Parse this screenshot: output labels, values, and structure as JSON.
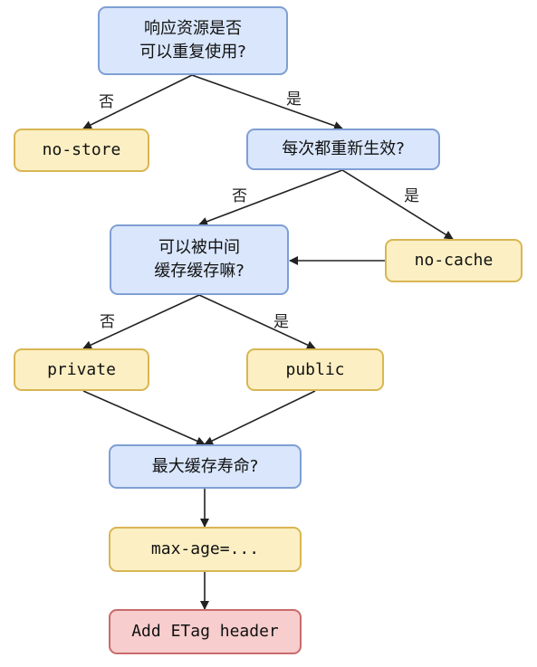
{
  "nodes": {
    "q_reusable": "响应资源是否\n可以重复使用?",
    "a_no_store": "no-store",
    "q_revalidate": "每次都重新生效?",
    "q_intermediate": "可以被中间\n缓存缓存嘛?",
    "a_no_cache": "no-cache",
    "a_private": "private",
    "a_public": "public",
    "q_max_age": "最大缓存寿命?",
    "a_max_age": "max-age=...",
    "a_etag": "Add ETag header"
  },
  "edge_labels": {
    "reusable_no": "否",
    "reusable_yes": "是",
    "revalidate_no": "否",
    "revalidate_yes": "是",
    "intermediate_no": "否",
    "intermediate_yes": "是"
  },
  "colors": {
    "question_fill": "#d9e6fb",
    "question_border": "#7f9fd4",
    "answer_fill": "#fcefc3",
    "answer_border": "#d8b653",
    "end_fill": "#f7cdcd",
    "end_border": "#c96b6b",
    "edge": "#222222"
  }
}
